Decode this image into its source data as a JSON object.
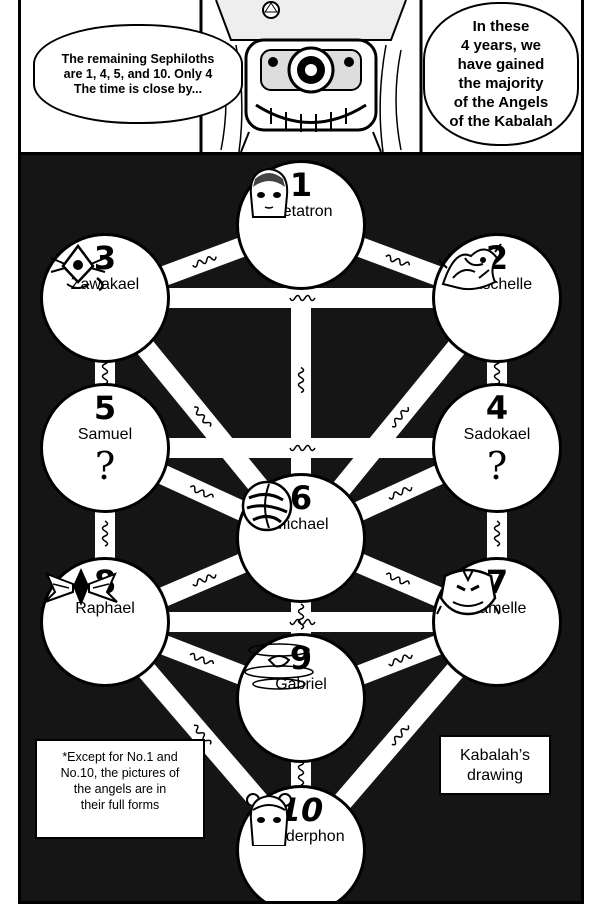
{
  "speech": {
    "left": "The remaining Sephiloths\nare 1, 4, 5, and 10. Only 4\nThe time is close by...",
    "right": "In these\n4 years, we\nhave gained\nthe majority\nof the Angels\nof the Kabalah"
  },
  "sephiroth": [
    {
      "number": "1",
      "name": "Metatron",
      "picture": "angel-face"
    },
    {
      "number": "2",
      "name": "Raschelle",
      "picture": "angel-form"
    },
    {
      "number": "3",
      "name": "Zawakael",
      "picture": "angel-form"
    },
    {
      "number": "4",
      "name": "Sadokael",
      "picture": "question-mark",
      "symbol": "?"
    },
    {
      "number": "5",
      "name": "Samuel",
      "picture": "question-mark",
      "symbol": "?"
    },
    {
      "number": "6",
      "name": "Michael",
      "picture": "orb"
    },
    {
      "number": "7",
      "name": "Hamelle",
      "picture": "beast-head"
    },
    {
      "number": "8",
      "name": "Raphael",
      "picture": "winged-form"
    },
    {
      "number": "9",
      "name": "Gabriel",
      "picture": "rings"
    },
    {
      "number": "10",
      "name": "Sunderphon",
      "picture": "angel-face"
    }
  ],
  "notes": {
    "except": "*Except for No.1 and\nNo.10, the pictures of\nthe angels are in\ntheir full forms",
    "drawing": "Kabalah’s\ndrawing"
  }
}
